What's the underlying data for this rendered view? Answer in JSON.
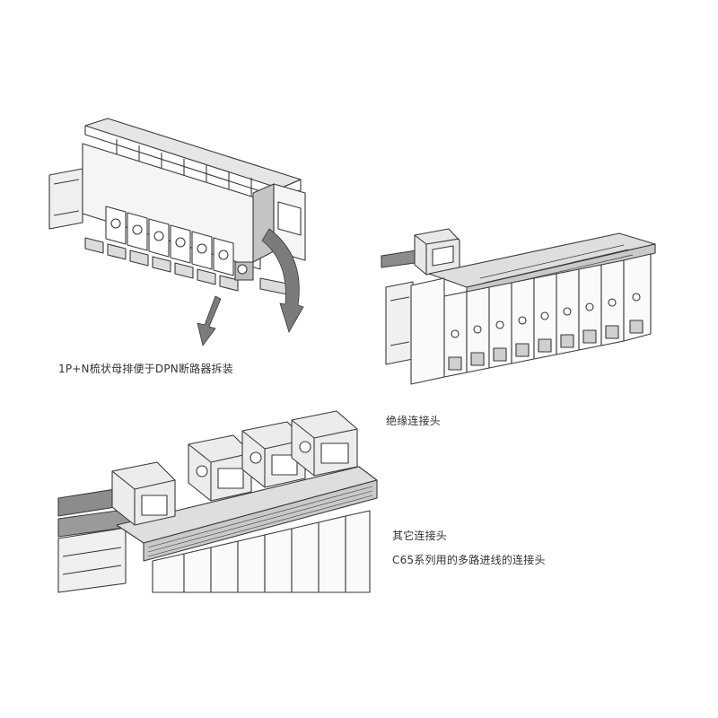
{
  "captions": {
    "busbar_caption": "1P+N梳状母排便于DPN断路器拆装",
    "insulated_connector": "绝缘连接头",
    "other_connectors": "其它连接头",
    "c65_multi_inlet": "C65系列用的多路进线的连接头"
  },
  "colors": {
    "line": "#3a3a3a",
    "fill_light": "#f4f4f4",
    "fill_mid": "#d9d9d9",
    "fill_dark": "#a8a8a8",
    "arrow": "#7b7b7b",
    "cable": "#8c8c8c"
  }
}
